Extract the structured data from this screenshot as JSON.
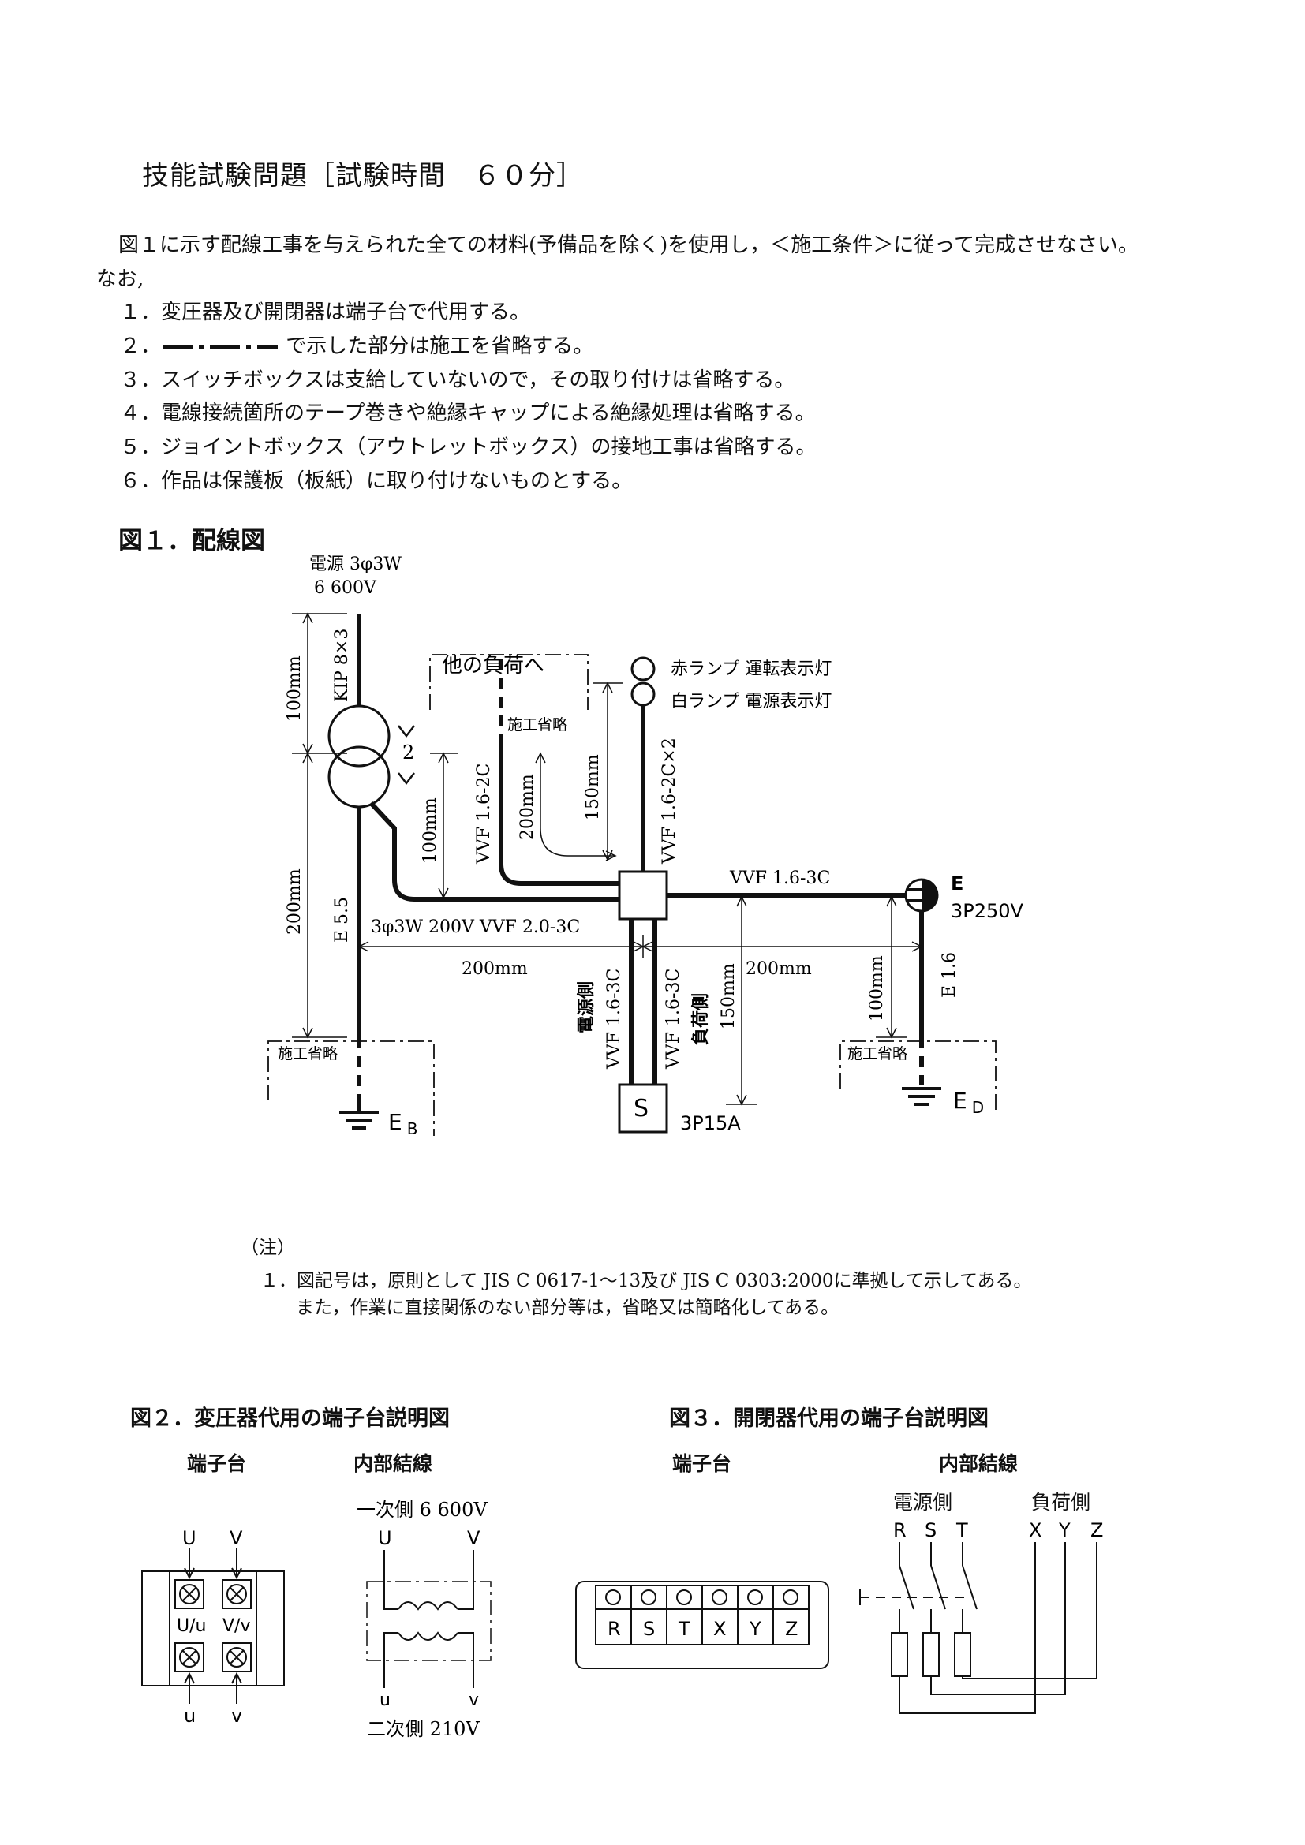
{
  "title": "技能試験問題［試験時間　６０分］",
  "intro": {
    "line1": "図１に示す配線工事を与えられた全ての材料(予備品を除く)を使用し，＜施工条件＞に従って完成させなさい。",
    "line2": "なお,",
    "items": [
      "１．変圧器及び開閉器は端子台で代用する。",
      "２．",
      "３．スイッチボックスは支給していないので，その取り付けは省略する。",
      "４．電線接続箇所のテープ巻きや絶縁キャップによる絶縁処理は省略する。",
      "５．ジョイントボックス（アウトレットボックス）の接地工事は省略する。",
      "６．作品は保護板（板紙）に取り付けないものとする。"
    ],
    "item2_suffix": "で示した部分は施工を省略する。"
  },
  "fig1": {
    "heading": "図１．配線図",
    "source_line1": "電源 3φ3W",
    "source_line2": "6 600V",
    "kip": "KIP 8×3",
    "dim_100_top": "100mm",
    "dim_200_left": "200mm",
    "e55": "E 5.5",
    "other_load": "他の負荷へ",
    "omit": "施工省略",
    "v2c": "VVF 1.6-2C",
    "dim_100_mid": "100mm",
    "dim_200_mid": "200mm",
    "dim_150_top": "150mm",
    "v2cx2": "VVF 1.6-2C×2",
    "red_lamp": "赤ランプ 運転表示灯",
    "white_lamp": "白ランプ 電源表示灯",
    "v3c_right": "VVF 1.6-3C",
    "main_cable": "3φ3W 200V  VVF 2.0-3C",
    "dim_200_bl": "200mm",
    "dim_200_br": "200mm",
    "dim_150_bot": "150mm",
    "dim_100_br": "100mm",
    "e16": "E 1.6",
    "supply_side": "電源側",
    "load_side": "負荷側",
    "v3c_down1": "VVF 1.6-3C",
    "v3c_down2": "VVF 1.6-3C",
    "switch_s": "S",
    "switch_rating": "3P15A",
    "outlet_e": "E",
    "outlet_rating": "3P250V",
    "transformer_2": "2",
    "eb": "E",
    "eb_sub": "B",
    "ed": "E",
    "ed_sub": "D"
  },
  "notes": {
    "header": "（注）",
    "line1": "１．図記号は，原則として JIS C 0617-1～13及び JIS C 0303:2000に準拠して示してある。",
    "line2": "また，作業に直接関係のない部分等は，省略又は簡略化してある。"
  },
  "fig2": {
    "heading": "図２．変圧器代用の端子台説明図",
    "col1": "端子台",
    "col2": "内部結線",
    "u_top": "U",
    "v_top": "V",
    "uu": "U/u",
    "vv": "V/v",
    "u_bot": "u",
    "v_bot": "v",
    "primary": "一次側  6 600V",
    "secondary": "二次側  210V",
    "iu": "U",
    "iv": "V",
    "ilu": "u",
    "ilv": "v"
  },
  "fig3": {
    "heading": "図３．開閉器代用の端子台説明図",
    "col1": "端子台",
    "col2": "内部結線",
    "terminals": [
      "R",
      "S",
      "T",
      "X",
      "Y",
      "Z"
    ],
    "supply": "電源側",
    "load": "負荷側",
    "rst": [
      "R",
      "S",
      "T"
    ],
    "xyz": [
      "X",
      "Y",
      "Z"
    ]
  }
}
